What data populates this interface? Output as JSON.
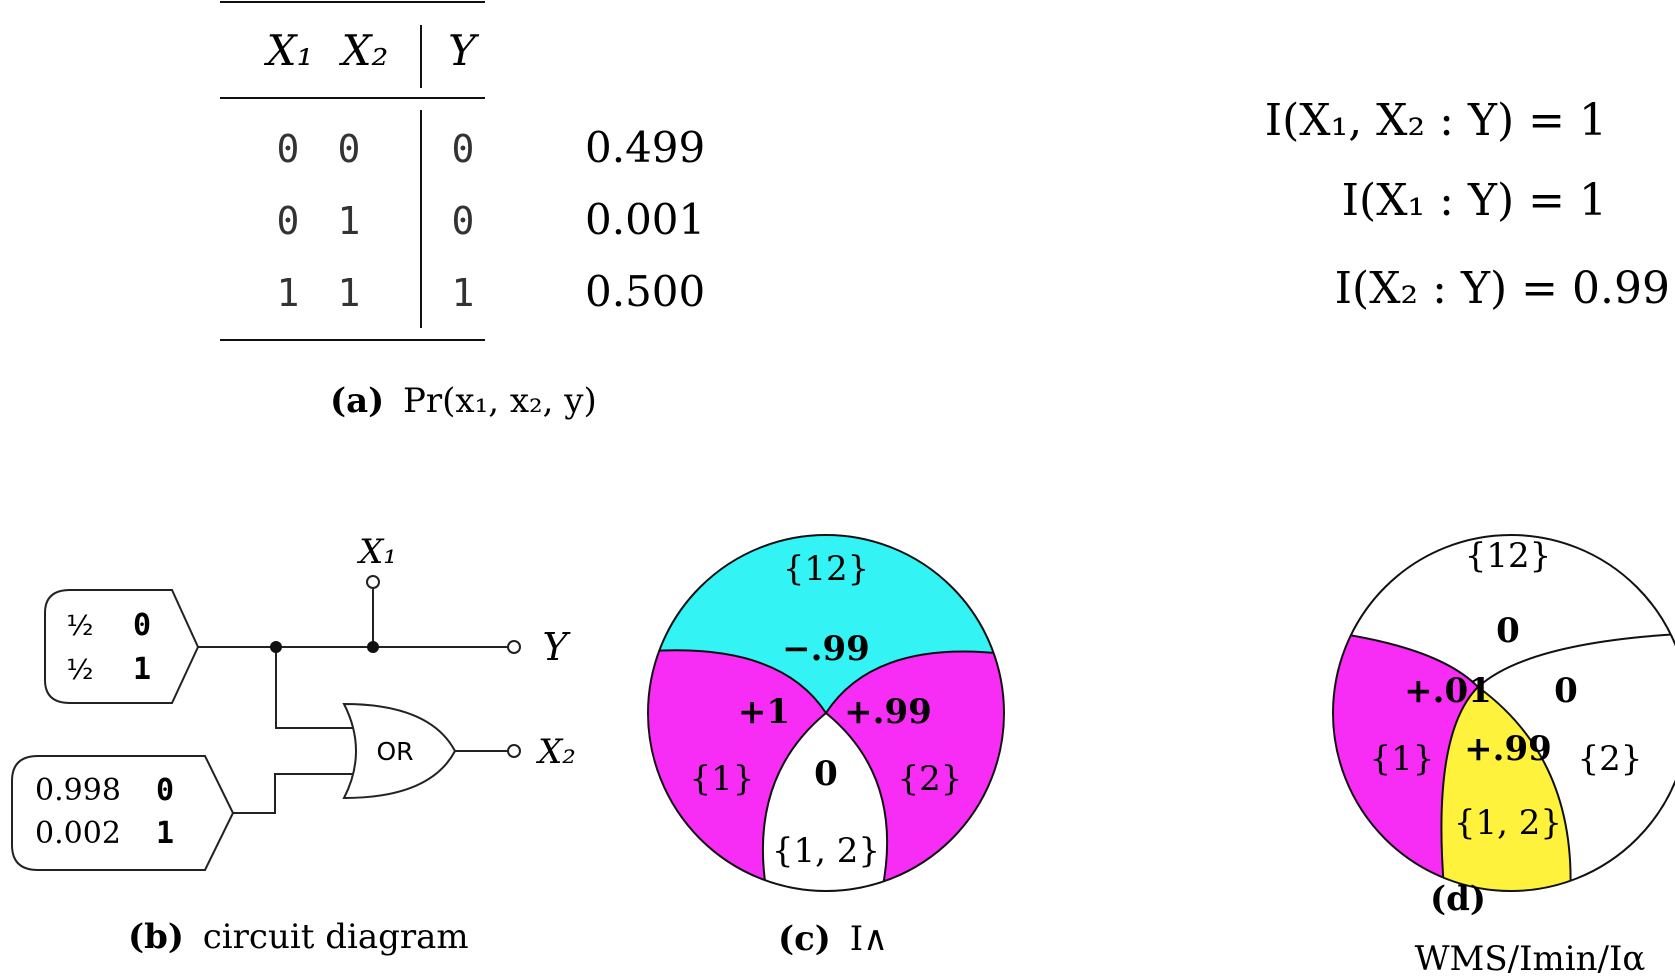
{
  "panel_a": {
    "caption_letter": "(a)",
    "caption_text": "Pr(x₁, x₂, y)",
    "header": {
      "x1": "X₁",
      "x2": "X₂",
      "y": "Y"
    },
    "rows": [
      {
        "x1": "0",
        "x2": "0",
        "y": "0",
        "p": "0.499"
      },
      {
        "x1": "0",
        "x2": "1",
        "y": "0",
        "p": "0.001"
      },
      {
        "x1": "1",
        "x2": "1",
        "y": "1",
        "p": "0.500"
      }
    ]
  },
  "info_values": [
    "I(X₁, X₂ : Y) = 1",
    "I(X₁ : Y) = 1",
    "I(X₂ : Y) = 0.99"
  ],
  "panel_b": {
    "caption_letter": "(b)",
    "caption_text": "circuit diagram",
    "top_source": {
      "p0": "½",
      "v0": "0",
      "p1": "½",
      "v1": "1"
    },
    "bottom_source": {
      "p0": "0.998",
      "v0": "0",
      "p1": "0.002",
      "v1": "1"
    },
    "gate_label": "OR",
    "labels": {
      "x1": "X₁",
      "y": "Y",
      "x2": "X₂"
    }
  },
  "panel_c": {
    "caption_letter": "(c)",
    "caption_text": "I∧",
    "colors": {
      "top": "#33f3f5",
      "sides": "#f72cf5",
      "bottom": "#ffffff"
    },
    "regions": {
      "top_label": "{12}",
      "top_value": "−.99",
      "left_label": "{1}",
      "left_value": "+1",
      "right_label": "{2}",
      "right_value": "+.99",
      "bottom_label": "{1, 2}",
      "bottom_value": "0"
    }
  },
  "panel_d": {
    "caption_letter": "(d)",
    "caption_text": "WMS/Imin/Iα",
    "colors": {
      "left": "#f72cf5",
      "bottom": "#fff23c",
      "other": "#ffffff"
    },
    "regions": {
      "top_label": "{12}",
      "top_value": "0",
      "left_label": "{1}",
      "left_value": "+.01",
      "right_label": "{2}",
      "right_value": "0",
      "bottom_label": "{1, 2}",
      "bottom_value": "+.99"
    }
  }
}
